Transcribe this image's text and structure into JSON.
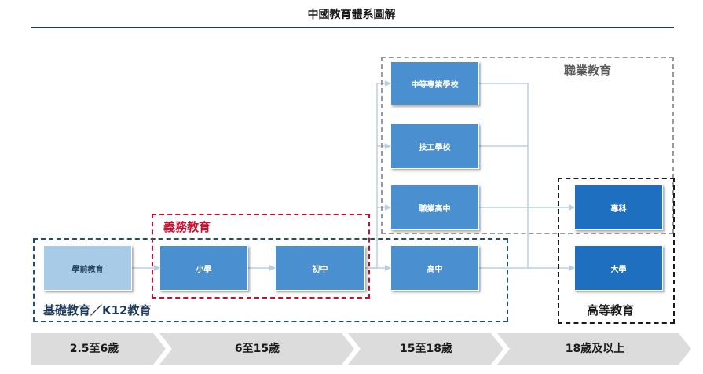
{
  "title": "中國教育體系圖解",
  "boxes": {
    "preschool": "學前教育",
    "primary": "小學",
    "junior_middle": "初中",
    "senior_high": "高中",
    "secondary_vocational": "中等專業學校",
    "technical_school": "技工學校",
    "vocational_high": "職業高中",
    "junior_college": "專科",
    "university": "大學"
  },
  "regions": {
    "vocational": "職業教育",
    "compulsory": "義務教育",
    "basic": "基礎教育／K12教育",
    "higher": "高等教育"
  },
  "stages": [
    "2.5至6歲",
    "6至15歲",
    "15至18歲",
    "18歲及以上"
  ],
  "colors": {
    "box_light": "#a8cbe8",
    "box_mid": "#4a8fd0",
    "box_dark": "#1f6fc0",
    "compulsory_border": "#c8102e",
    "basic_border": "#1f4e79",
    "vocational_border": "#9a9a9a",
    "higher_border": "#1a1a1a",
    "arrow": "#b8cfe2",
    "band": "#dcdcdc"
  }
}
